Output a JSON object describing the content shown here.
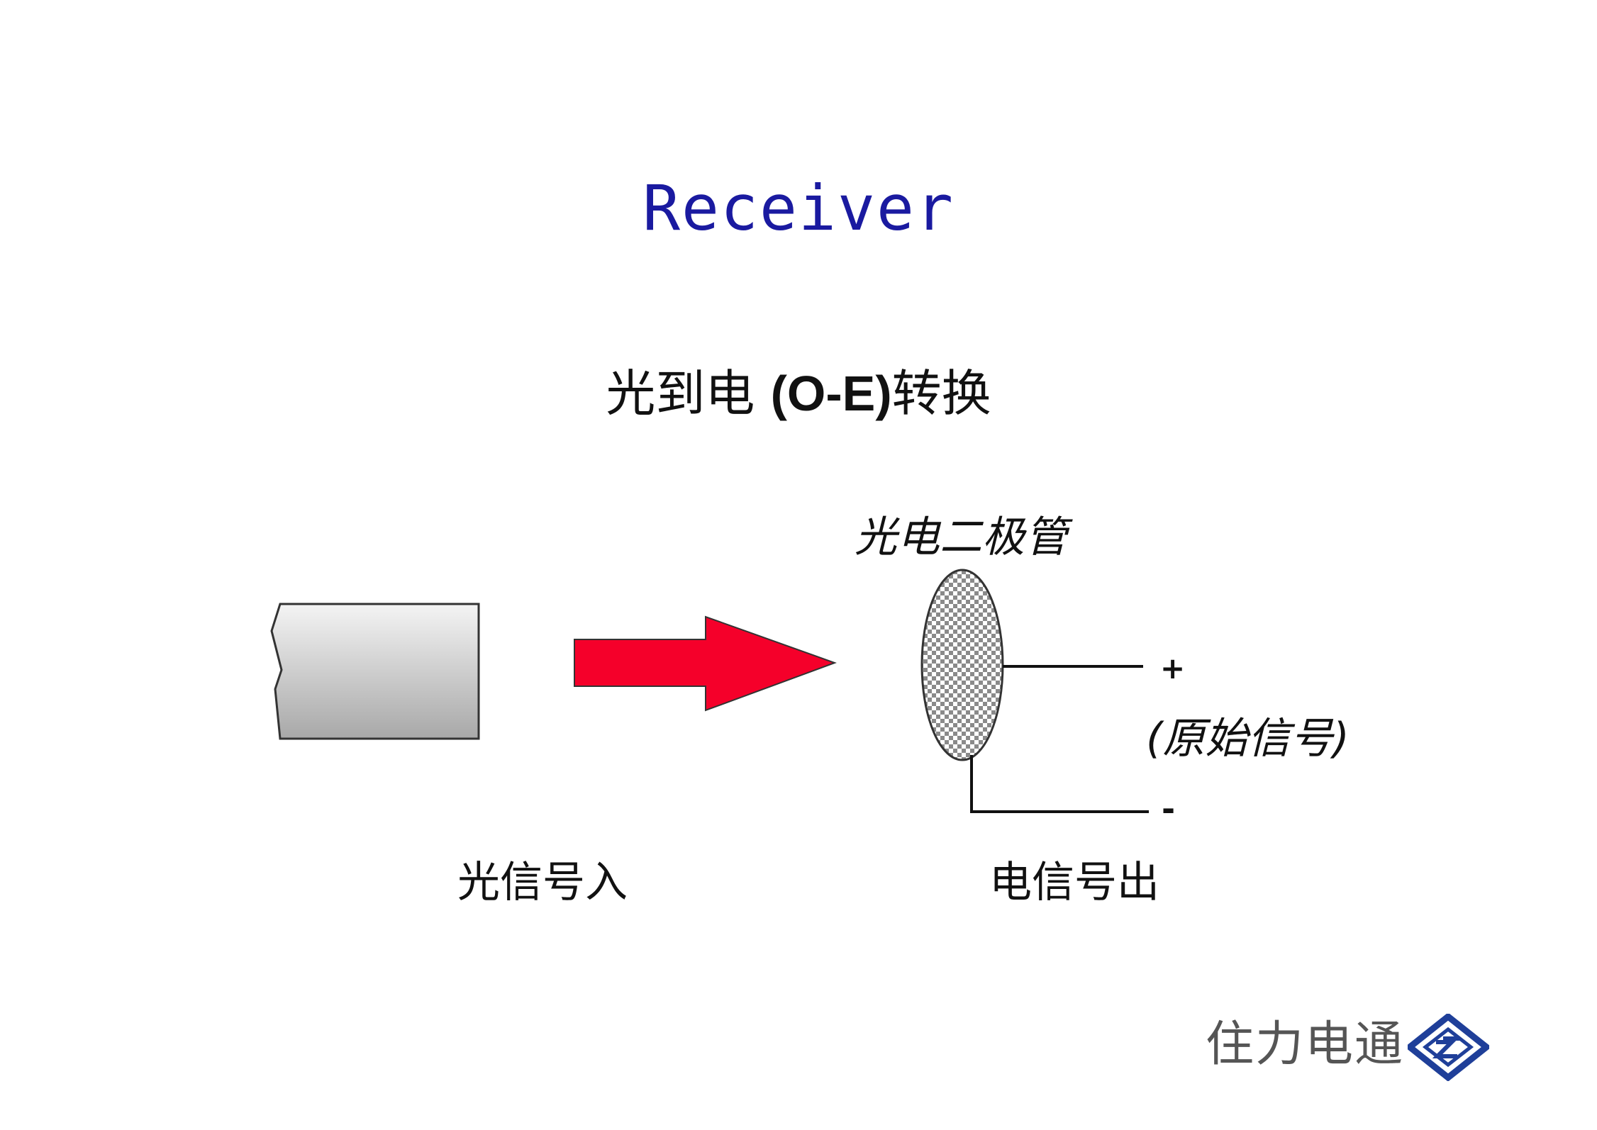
{
  "title": "Receiver",
  "subtitle_cn_1": "光到电 ",
  "subtitle_code": "(O-E)",
  "subtitle_cn_2": "转换",
  "labels": {
    "photodiode": "光电二极管",
    "plus": "+",
    "minus": "-",
    "original_signal": "(原始信号)",
    "light_in": "光信号入",
    "electric_out": "电信号出"
  },
  "logo": {
    "text": "住力电通"
  },
  "colors": {
    "title": "#1a1aa0",
    "arrow": "#f5002a",
    "logo": "#1f3f99"
  }
}
